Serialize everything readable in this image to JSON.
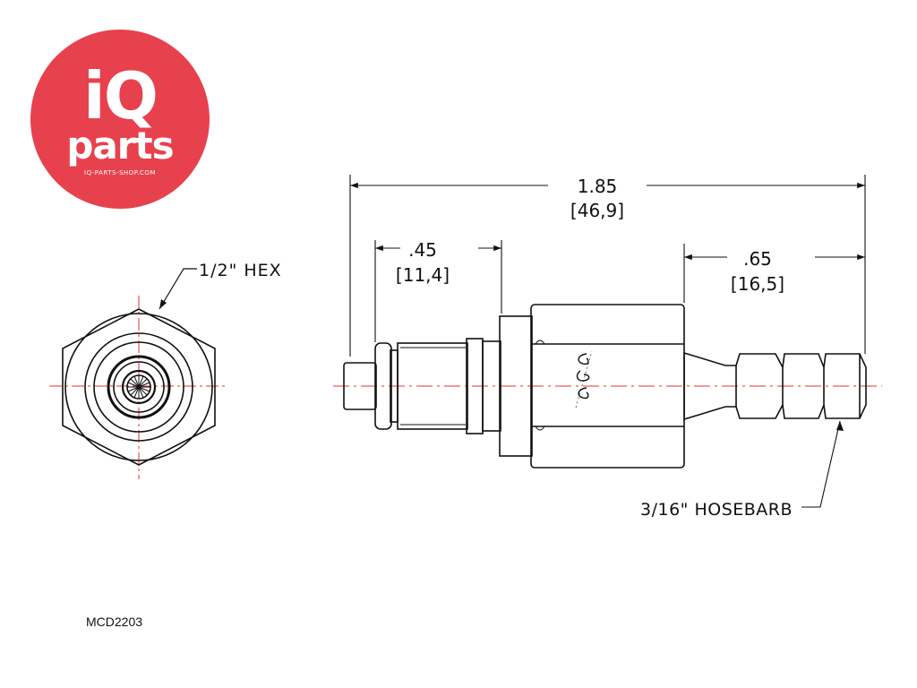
{
  "logo": {
    "brand_top": "iQ",
    "brand_bottom": "parts",
    "url": "IQ-PARTS-SHOP.COM",
    "color": "#e8414e"
  },
  "drawing": {
    "hex_label": "1/2\" HEX",
    "overall_length_in": "1.85",
    "overall_length_mm": "[46,9]",
    "tip_length_in": ".45",
    "tip_length_mm": "[11,4]",
    "barb_length_in": ".65",
    "barb_length_mm": "[16,5]",
    "barb_label": "3/16\" HOSEBARB",
    "line_color": "#111111",
    "centerline_color": "#e0352b"
  },
  "part_number": "MCD2203"
}
